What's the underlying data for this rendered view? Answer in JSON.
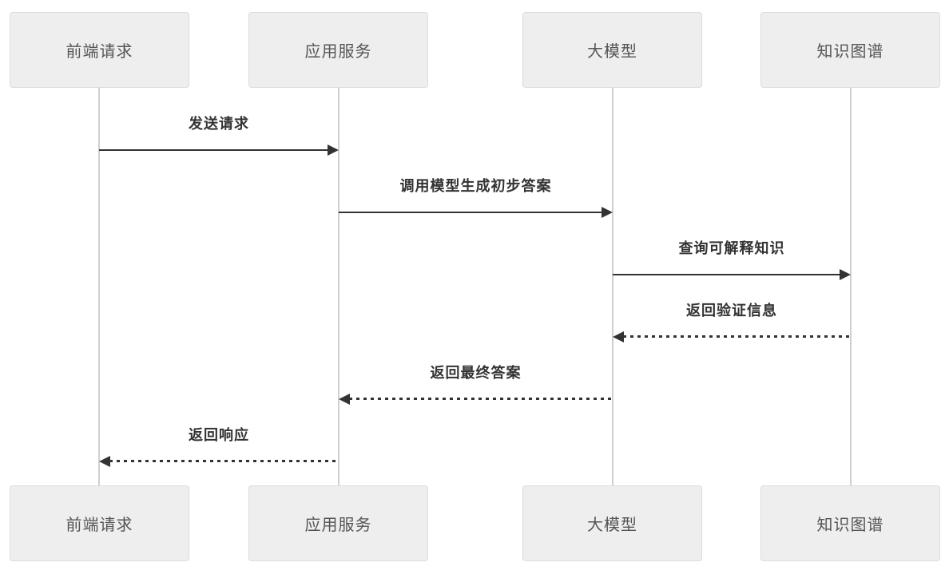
{
  "diagram": {
    "type": "sequence-diagram",
    "colors": {
      "background": "#ffffff",
      "actor_fill": "#eeeeee",
      "actor_border": "#dcdcdc",
      "actor_text": "#555555",
      "lifeline": "#cfcfcf",
      "arrow": "#333333",
      "message_text": "#333333"
    },
    "actors": [
      {
        "id": "frontend-request",
        "label": "前端请求"
      },
      {
        "id": "app-service",
        "label": "应用服务"
      },
      {
        "id": "large-model",
        "label": "大模型"
      },
      {
        "id": "knowledge-graph",
        "label": "知识图谱"
      }
    ],
    "messages": [
      {
        "from": "前端请求",
        "to": "应用服务",
        "label": "发送请求",
        "line": "solid",
        "direction": "right"
      },
      {
        "from": "应用服务",
        "to": "大模型",
        "label": "调用模型生成初步答案",
        "line": "solid",
        "direction": "right"
      },
      {
        "from": "大模型",
        "to": "知识图谱",
        "label": "查询可解释知识",
        "line": "solid",
        "direction": "right"
      },
      {
        "from": "知识图谱",
        "to": "大模型",
        "label": "返回验证信息",
        "line": "dashed",
        "direction": "left"
      },
      {
        "from": "大模型",
        "to": "应用服务",
        "label": "返回最终答案",
        "line": "dashed",
        "direction": "left"
      },
      {
        "from": "应用服务",
        "to": "前端请求",
        "label": "返回响应",
        "line": "dashed",
        "direction": "left"
      }
    ]
  }
}
